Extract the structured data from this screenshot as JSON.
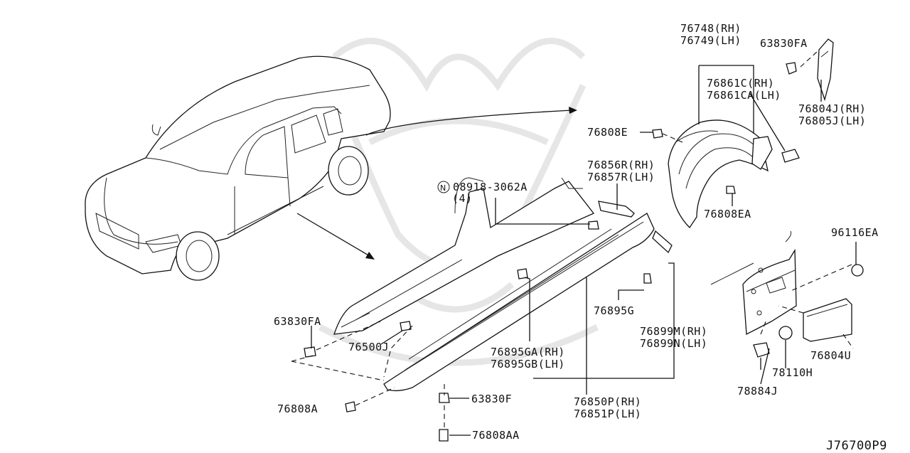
{
  "diagram": {
    "code": "J76700P9",
    "labels": {
      "p76748": "76748(RH)",
      "p76749": "76749(LH)",
      "p63830fa_top": "63830FA",
      "p76861c": "76861C(RH)",
      "p76861ca": "76861CA(LH)",
      "p76804j": "76804J(RH)",
      "p76805j": "76805J(LH)",
      "p76808e": "76808E",
      "p76856r": "76856R(RH)",
      "p76857r": "76857R(LH)",
      "p08918": "08918-3062A",
      "p08918_qty": "(4)",
      "p08918_prefix": "N",
      "p76808ea": "76808EA",
      "p96116ea": "96116EA",
      "p63830fa_left": "63830FA",
      "p76500j": "76500J",
      "p76895g": "76895G",
      "p76899m": "76899M(RH)",
      "p76899n": "76899N(LH)",
      "p76895ga": "76895GA(RH)",
      "p76895gb": "76895GB(LH)",
      "p78110h": "78110H",
      "p76804u": "76804U",
      "p78884j": "78884J",
      "p76808a": "76808A",
      "p63830f": "63830F",
      "p76850p": "76850P(RH)",
      "p76851p": "76851P(LH)",
      "p76808aa": "76808AA"
    }
  }
}
